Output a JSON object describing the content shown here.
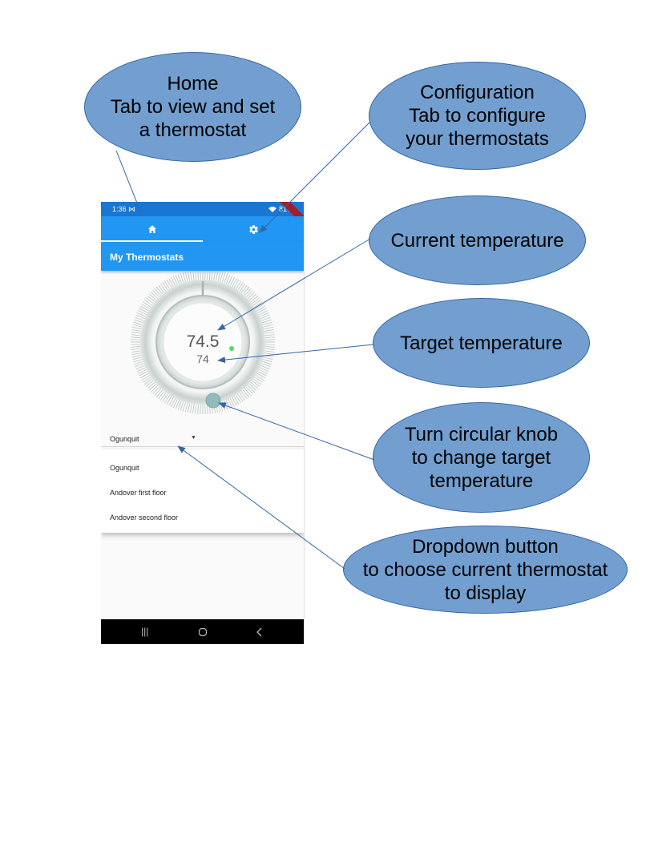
{
  "callouts": {
    "home": "Home\nTab to view and set\na thermostat",
    "configuration": "Configuration\nTab to configure\nyour thermostats",
    "current_temperature": "Current temperature",
    "target_temperature": "Target temperature",
    "knob": "Turn circular knob\nto change target\ntemperature",
    "dropdown": "Dropdown button\nto choose current thermostat\nto display"
  },
  "phone": {
    "status_bar": {
      "time": "1:36 ⋈",
      "right": "81%"
    },
    "tabs": [
      {
        "icon": "home-icon"
      },
      {
        "icon": "gear-icon"
      }
    ],
    "app_bar": {
      "title": "My Thermostats"
    },
    "dial": {
      "current_temperature": "74.5",
      "target_temperature": "74"
    },
    "dropdown": {
      "selected": "Ogunquit",
      "options": [
        "Ogunquit",
        "Andover first floor",
        "Andover second floor"
      ]
    },
    "nav_bar": {
      "icons": [
        "recent-apps-icon",
        "home-circle-icon",
        "back-icon"
      ]
    }
  },
  "colors": {
    "primary": "#2196f3",
    "status_bar": "#1976d2",
    "callout_fill": "#729fcf",
    "callout_border": "#3465a4",
    "indicator_dot": "#4cdd6a",
    "knob": "#8fbcbb"
  }
}
